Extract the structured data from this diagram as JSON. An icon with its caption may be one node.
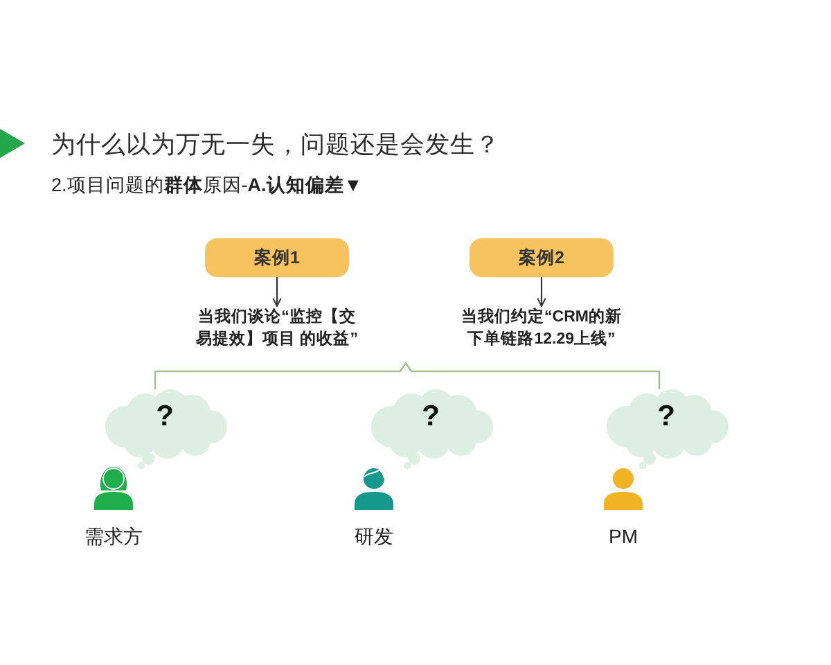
{
  "diagram": {
    "title": "为什么以为万无一失，问题还是会发生？",
    "nodes": [
      {
        "text": [
          "案例1"
        ]
      },
      {
        "text": [
          "案例2"
        ]
      },
      {
        "text": [
          "当我们谈论“**监控**【交易提效】项目 的**收益**”"
        ]
      },
      {
        "text": [
          "当我们约定“CRM的新下单链路**12.29上线**”"
        ]
      },
      {
        "text": [
          "?"
        ]
      },
      {
        "text": [
          "?"
        ]
      },
      {
        "text": [
          "?"
        ]
      },
      {
        "text": [
          "需求方"
        ]
      },
      {
        "text": [
          "研发"
        ]
      },
      {
        "text": [
          "PM"
        ]
      }
    ],
    "edges": [
      {
        "from": 0,
        "to": 2,
        "arrow": "to"
      },
      {
        "from": 1,
        "to": 3,
        "arrow": "to"
      }
    ],
    "labels": [
      "2.项目问题的**群体**原因-**A.认知偏差**▼"
    ]
  }
}
